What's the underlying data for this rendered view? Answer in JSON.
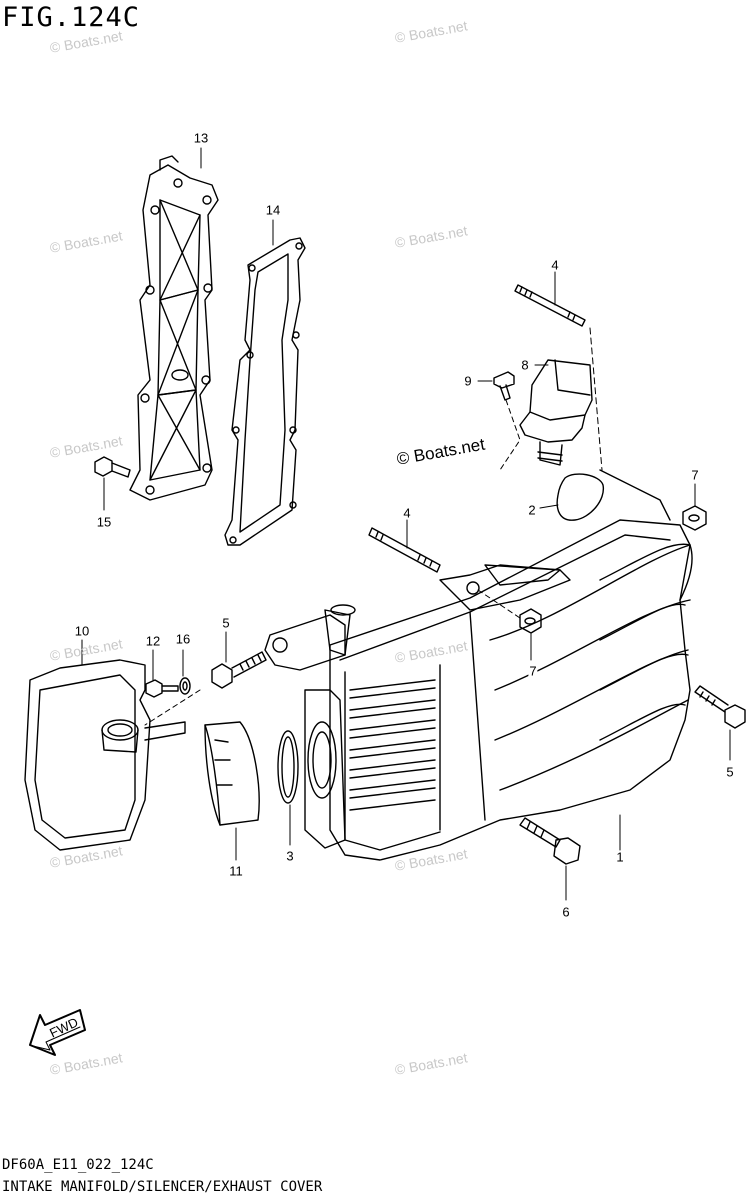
{
  "figure": {
    "title": "FIG.124C",
    "code": "DF60A_E11_022_124C",
    "description": "INTAKE MANIFOLD/SILENCER/EXHAUST COVER"
  },
  "callouts": [
    "13",
    "14",
    "4",
    "8",
    "9",
    "7",
    "2",
    "4",
    "15",
    "5",
    "10",
    "12",
    "16",
    "7",
    "5",
    "3",
    "1",
    "11",
    "6"
  ],
  "watermark": "© Boats.net",
  "fwd_label": "FWD"
}
